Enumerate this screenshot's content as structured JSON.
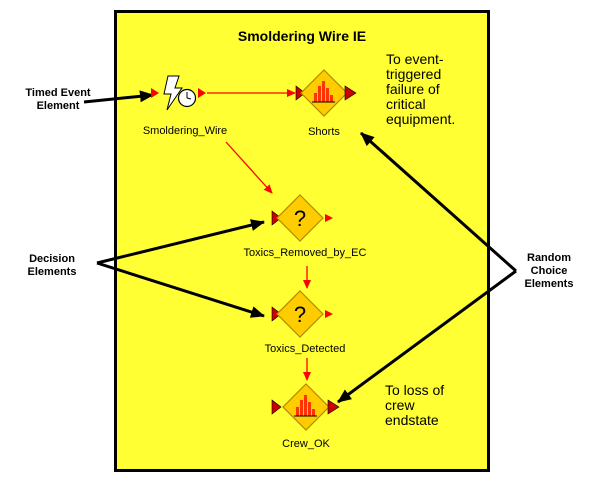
{
  "diagram": {
    "title": "Smoldering Wire IE",
    "nodes": {
      "smoldering_wire": {
        "label": "Smoldering_Wire",
        "kind": "timed-event"
      },
      "shorts": {
        "label": "Shorts",
        "kind": "random-choice"
      },
      "toxics_removed": {
        "label": "Toxics_Removed_by_EC",
        "kind": "decision"
      },
      "toxics_detected": {
        "label": "Toxics_Detected",
        "kind": "decision"
      },
      "crew_ok": {
        "label": "Crew_OK",
        "kind": "random-choice"
      }
    },
    "decision_symbol": "?",
    "notes": {
      "shorts_note": "To event-\ntriggered\nfailure of\ncritical\nequipment.",
      "crew_note": "To loss of\ncrew\nendstate"
    },
    "callouts": {
      "timed_event": "Timed Event\nElement",
      "decision": "Decision\nElements",
      "random_choice": "Random\nChoice\nElements"
    },
    "colors": {
      "background": "#ffff33",
      "node_fill": "#ffcc00",
      "flow_arrow": "#ff0000",
      "callout_arrow": "#000000"
    }
  }
}
